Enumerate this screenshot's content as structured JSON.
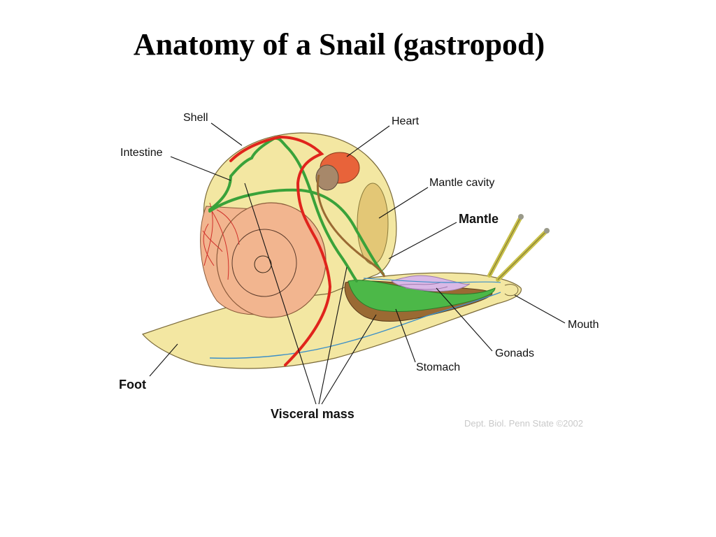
{
  "title": "Anatomy of a Snail (gastropod)",
  "labels": {
    "shell": "Shell",
    "intestine": "Intestine",
    "heart": "Heart",
    "mantle_cavity": "Mantle cavity",
    "mantle": "Mantle",
    "mouth": "Mouth",
    "gonads": "Gonads",
    "stomach": "Stomach",
    "foot": "Foot",
    "visceral_mass": "Visceral mass"
  },
  "credit": "Dept. Biol. Penn State ©2002",
  "colors": {
    "body": "#f3e7a2",
    "shell_whorl": "#f2b58f",
    "blood_vessel": "#e0241c",
    "intestine": "#3aa23a",
    "heart": "#e8633a",
    "mantle_cavity": "#e3c776",
    "digestive_gland": "#9a6a33",
    "gonads": "#d9b8e6",
    "nerve": "#3b8fc8"
  }
}
